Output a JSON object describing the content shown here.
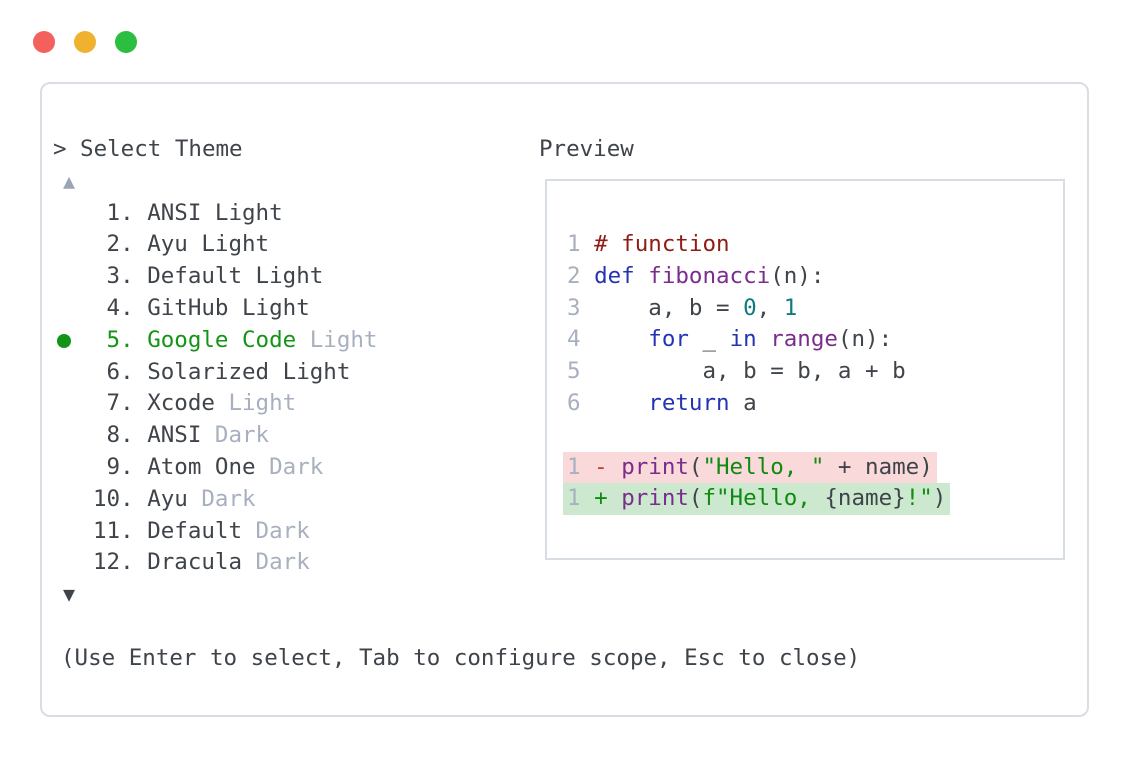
{
  "window": {
    "controls": [
      {
        "name": "close",
        "color": "#f4615c"
      },
      {
        "name": "minimize",
        "color": "#f0b12f"
      },
      {
        "name": "maximize",
        "color": "#2cbe40"
      }
    ]
  },
  "dialog": {
    "prompt_symbol": ">",
    "title": "Select Theme",
    "scroll_up_symbol": "▲",
    "scroll_down_symbol": "▼",
    "footer_hint": "(Use Enter to select, Tab to configure scope, Esc to close)",
    "theme_list": {
      "items": [
        {
          "number": "1",
          "name": "ANSI Light",
          "variant": "",
          "selected": false
        },
        {
          "number": "2",
          "name": "Ayu Light",
          "variant": "",
          "selected": false
        },
        {
          "number": "3",
          "name": "Default Light",
          "variant": "",
          "selected": false
        },
        {
          "number": "4",
          "name": "GitHub Light",
          "variant": "",
          "selected": false
        },
        {
          "number": "5",
          "name": "Google Code",
          "variant": "Light",
          "selected": true
        },
        {
          "number": "6",
          "name": "Solarized Light",
          "variant": "",
          "selected": false
        },
        {
          "number": "7",
          "name": "Xcode",
          "variant": "Light",
          "selected": false
        },
        {
          "number": "8",
          "name": "ANSI",
          "variant": "Dark",
          "selected": false
        },
        {
          "number": "9",
          "name": "Atom One",
          "variant": "Dark",
          "selected": false
        },
        {
          "number": "10",
          "name": "Ayu",
          "variant": "Dark",
          "selected": false
        },
        {
          "number": "11",
          "name": "Default",
          "variant": "Dark",
          "selected": false
        },
        {
          "number": "12",
          "name": "Dracula",
          "variant": "Dark",
          "selected": false
        }
      ]
    }
  },
  "preview": {
    "label": "Preview",
    "code_lines": [
      {
        "number": "1",
        "tokens": [
          {
            "text": "# function",
            "color": "comment"
          }
        ]
      },
      {
        "number": "2",
        "tokens": [
          {
            "text": "def",
            "color": "keyword"
          },
          {
            "text": " ",
            "color": "plain"
          },
          {
            "text": "fibonacci",
            "color": "function_name"
          },
          {
            "text": "(n):",
            "color": "plain"
          }
        ]
      },
      {
        "number": "3",
        "tokens": [
          {
            "text": "    a, b = ",
            "color": "plain"
          },
          {
            "text": "0",
            "color": "number"
          },
          {
            "text": ", ",
            "color": "plain"
          },
          {
            "text": "1",
            "color": "number"
          }
        ]
      },
      {
        "number": "4",
        "tokens": [
          {
            "text": "    ",
            "color": "plain"
          },
          {
            "text": "for",
            "color": "keyword"
          },
          {
            "text": " _ ",
            "color": "plain"
          },
          {
            "text": "in",
            "color": "keyword"
          },
          {
            "text": " ",
            "color": "plain"
          },
          {
            "text": "range",
            "color": "function_name"
          },
          {
            "text": "(n):",
            "color": "plain"
          }
        ]
      },
      {
        "number": "5",
        "tokens": [
          {
            "text": "        a, b = b, a + b",
            "color": "plain"
          }
        ]
      },
      {
        "number": "6",
        "tokens": [
          {
            "text": "    ",
            "color": "plain"
          },
          {
            "text": "return",
            "color": "keyword"
          },
          {
            "text": " a",
            "color": "plain"
          }
        ]
      }
    ],
    "diff_lines": [
      {
        "number": "1",
        "type": "removed",
        "tokens": [
          {
            "text": "- ",
            "color": "diff_minus"
          },
          {
            "text": "print",
            "color": "function_name"
          },
          {
            "text": "(",
            "color": "plain"
          },
          {
            "text": "\"Hello, \"",
            "color": "string"
          },
          {
            "text": " + name)",
            "color": "plain"
          }
        ]
      },
      {
        "number": "1",
        "type": "added",
        "tokens": [
          {
            "text": "+ ",
            "color": "diff_plus"
          },
          {
            "text": "print",
            "color": "function_name"
          },
          {
            "text": "(",
            "color": "plain"
          },
          {
            "text": "f\"Hello, ",
            "color": "string"
          },
          {
            "text": "{name}",
            "color": "plain"
          },
          {
            "text": "!\"",
            "color": "string"
          },
          {
            "text": ")",
            "color": "plain"
          }
        ]
      }
    ]
  },
  "colors": {
    "plain": "#3f444b",
    "dim": "#a8b0bf",
    "selected_green": "#149416",
    "comment": "#8e1d15",
    "keyword": "#2433b4",
    "function_name": "#7b2d8e",
    "number": "#0f7a80",
    "string": "#108a10",
    "diff_minus": "#c43c35",
    "diff_plus": "#118a12",
    "removed_bg": "#f9d9da",
    "added_bg": "#cce9d0",
    "dialog_border": "#d9dde4",
    "preview_border": "#d8dce3"
  }
}
